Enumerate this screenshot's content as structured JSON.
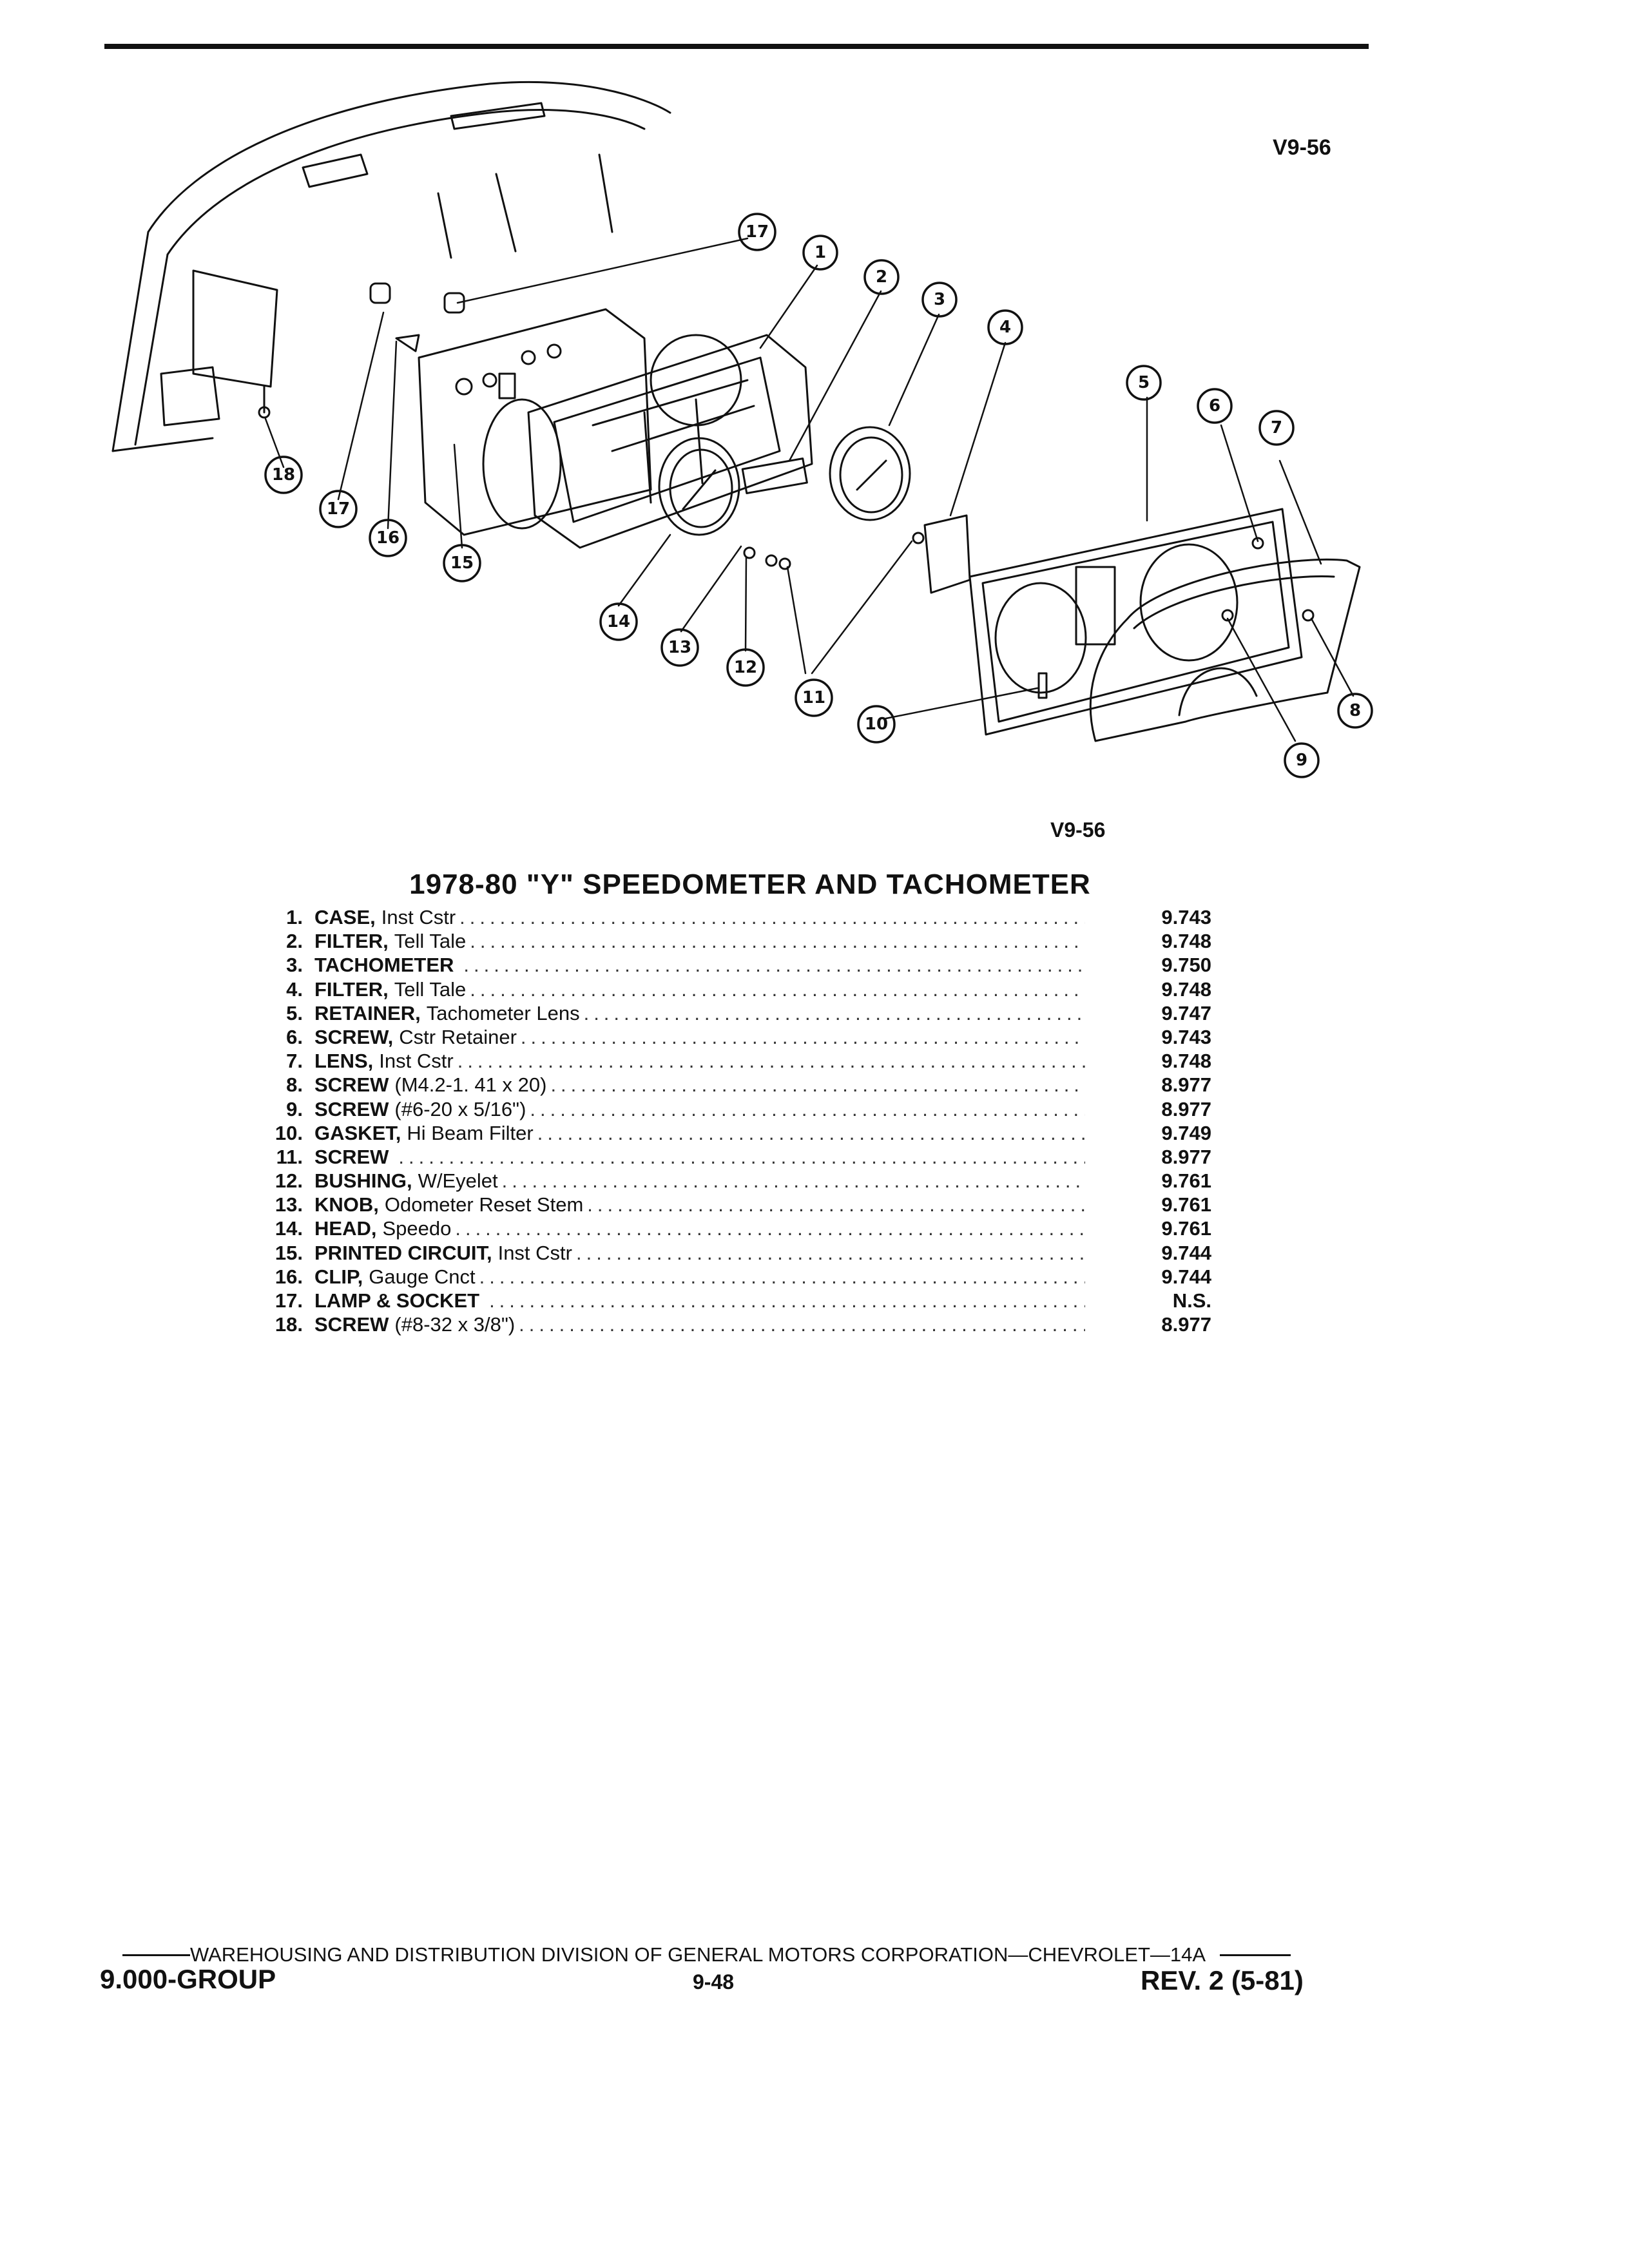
{
  "figure_code": "V9-56",
  "figure_code_lower": "V9-56",
  "title": "1978-80 \"Y\" SPEEDOMETER AND TACHOMETER",
  "parts": [
    {
      "num": "1.",
      "name": "CASE,",
      "desc": "Inst Cstr",
      "code": "9.743"
    },
    {
      "num": "2.",
      "name": "FILTER,",
      "desc": "Tell Tale",
      "code": "9.748"
    },
    {
      "num": "3.",
      "name": "TACHOMETER",
      "desc": "",
      "code": "9.750"
    },
    {
      "num": "4.",
      "name": "FILTER,",
      "desc": "Tell Tale",
      "code": "9.748"
    },
    {
      "num": "5.",
      "name": "RETAINER,",
      "desc": "Tachometer Lens",
      "code": "9.747"
    },
    {
      "num": "6.",
      "name": "SCREW,",
      "desc": "Cstr Retainer",
      "code": "9.743"
    },
    {
      "num": "7.",
      "name": "LENS,",
      "desc": "Inst Cstr",
      "code": "9.748"
    },
    {
      "num": "8.",
      "name": "SCREW",
      "desc": "(M4.2-1. 41 x 20)",
      "code": "8.977"
    },
    {
      "num": "9.",
      "name": "SCREW",
      "desc": "(#6-20 x 5/16\")",
      "code": "8.977"
    },
    {
      "num": "10.",
      "name": "GASKET,",
      "desc": "Hi Beam Filter",
      "code": "9.749"
    },
    {
      "num": "11.",
      "name": "SCREW",
      "desc": "",
      "code": "8.977"
    },
    {
      "num": "12.",
      "name": "BUSHING,",
      "desc": "W/Eyelet",
      "code": "9.761"
    },
    {
      "num": "13.",
      "name": "KNOB,",
      "desc": "Odometer Reset Stem",
      "code": "9.761"
    },
    {
      "num": "14.",
      "name": "HEAD,",
      "desc": "Speedo",
      "code": "9.761"
    },
    {
      "num": "15.",
      "name": "PRINTED CIRCUIT,",
      "desc": "Inst Cstr",
      "code": "9.744"
    },
    {
      "num": "16.",
      "name": "CLIP,",
      "desc": "Gauge Cnct",
      "code": "9.744"
    },
    {
      "num": "17.",
      "name": "LAMP & SOCKET",
      "desc": "",
      "code": "N.S."
    },
    {
      "num": "18.",
      "name": "SCREW",
      "desc": "(#8-32 x 3/8\")",
      "code": "8.977"
    }
  ],
  "callouts": [
    "1",
    "2",
    "3",
    "4",
    "5",
    "6",
    "7",
    "8",
    "9",
    "10",
    "11",
    "12",
    "13",
    "14",
    "15",
    "16",
    "17",
    "17",
    "18"
  ],
  "footer": {
    "division_line": "WAREHOUSING AND DISTRIBUTION  DIVISION OF GENERAL MOTORS CORPORATION—CHEVROLET—14A",
    "group": "9.000-GROUP",
    "page": "9-48",
    "revision": "REV. 2 (5-81)"
  }
}
